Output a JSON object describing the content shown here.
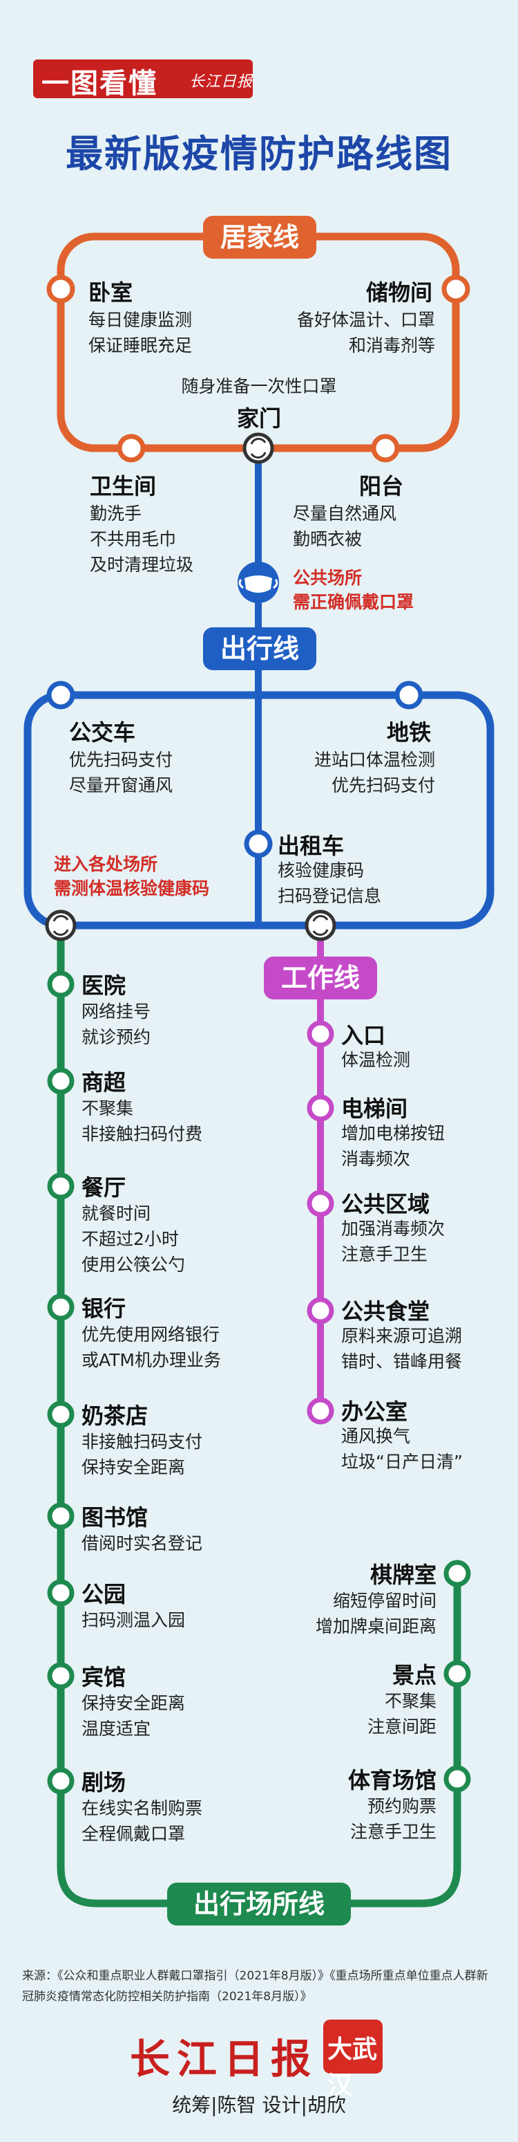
{
  "header": {
    "logo_text": "一图看懂",
    "logo_sub": "长江日报",
    "title": "最新版疫情防护路线图"
  },
  "home": {
    "label": "居家线",
    "bedroom": {
      "name": "卧室",
      "lines": [
        "每日健康监测",
        "保证睡眠充足"
      ]
    },
    "storage": {
      "name": "储物间",
      "lines": [
        "备好体温计、口罩",
        "和消毒剂等"
      ]
    },
    "door_note": "随身准备一次性口罩",
    "door": "家门",
    "bathroom": {
      "name": "卫生间",
      "lines": [
        "勤洗手",
        "不共用毛巾",
        "及时清理垃圾"
      ]
    },
    "balcony": {
      "name": "阳台",
      "lines": [
        "尽量自然通风",
        "勤晒衣被"
      ]
    }
  },
  "public_note": [
    "公共场所",
    "需正确佩戴口罩"
  ],
  "travel": {
    "label": "出行线",
    "bus": {
      "name": "公交车",
      "lines": [
        "优先扫码支付",
        "尽量开窗通风"
      ]
    },
    "metro": {
      "name": "地铁",
      "lines": [
        "进站口体温检测",
        "优先扫码支付"
      ]
    },
    "taxi": {
      "name": "出租车",
      "lines": [
        "核验健康码",
        "扫码登记信息"
      ]
    },
    "venue_note": [
      "进入各处场所",
      "需测体温核验健康码"
    ]
  },
  "work": {
    "label": "工作线",
    "stops": [
      {
        "name": "入口",
        "lines": [
          "体温检测"
        ]
      },
      {
        "name": "电梯间",
        "lines": [
          "增加电梯按钮",
          "消毒频次"
        ]
      },
      {
        "name": "公共区域",
        "lines": [
          "加强消毒频次",
          "注意手卫生"
        ]
      },
      {
        "name": "公共食堂",
        "lines": [
          "原料来源可追溯",
          "错时、错峰用餐"
        ]
      },
      {
        "name": "办公室",
        "lines": [
          "通风换气",
          "垃圾“日产日清”"
        ]
      }
    ]
  },
  "venues": {
    "label": "出行场所线",
    "left": [
      {
        "name": "医院",
        "lines": [
          "网络挂号",
          "就诊预约"
        ]
      },
      {
        "name": "商超",
        "lines": [
          "不聚集",
          "非接触扫码付费"
        ]
      },
      {
        "name": "餐厅",
        "lines": [
          "就餐时间",
          "不超过2小时",
          "使用公筷公勺"
        ]
      },
      {
        "name": "银行",
        "lines": [
          "优先使用网络银行",
          "或ATM机办理业务"
        ]
      },
      {
        "name": "奶茶店",
        "lines": [
          "非接触扫码支付",
          "保持安全距离"
        ]
      },
      {
        "name": "图书馆",
        "lines": [
          "借阅时实名登记"
        ]
      },
      {
        "name": "公园",
        "lines": [
          "扫码测温入园"
        ]
      },
      {
        "name": "宾馆",
        "lines": [
          "保持安全距离",
          "温度适宜"
        ]
      },
      {
        "name": "剧场",
        "lines": [
          "在线实名制购票",
          "全程佩戴口罩"
        ]
      }
    ],
    "right": [
      {
        "name": "棋牌室",
        "lines": [
          "缩短停留时间",
          "增加牌桌间距离"
        ]
      },
      {
        "name": "景点",
        "lines": [
          "不聚集",
          "注意间距"
        ]
      },
      {
        "name": "体育场馆",
        "lines": [
          "预约购票",
          "注意手卫生"
        ]
      }
    ]
  },
  "footer": {
    "source": "来源：《公众和重点职业人群戴口罩指引（2021年8月版）》《重点场所重点单位重点人群新冠肺炎疫情常态化防控相关防护指南（2021年8月版）》",
    "paper_name": "长江日报",
    "app_badge": "大武汉",
    "credits": "统筹|陈智 设计|胡欣"
  },
  "colors": {
    "home": "#e0622e",
    "travel": "#1f5fc4",
    "work": "#c44ac8",
    "venue": "#1e8a4f",
    "title": "#1d47a8",
    "alert": "#d32d26"
  }
}
